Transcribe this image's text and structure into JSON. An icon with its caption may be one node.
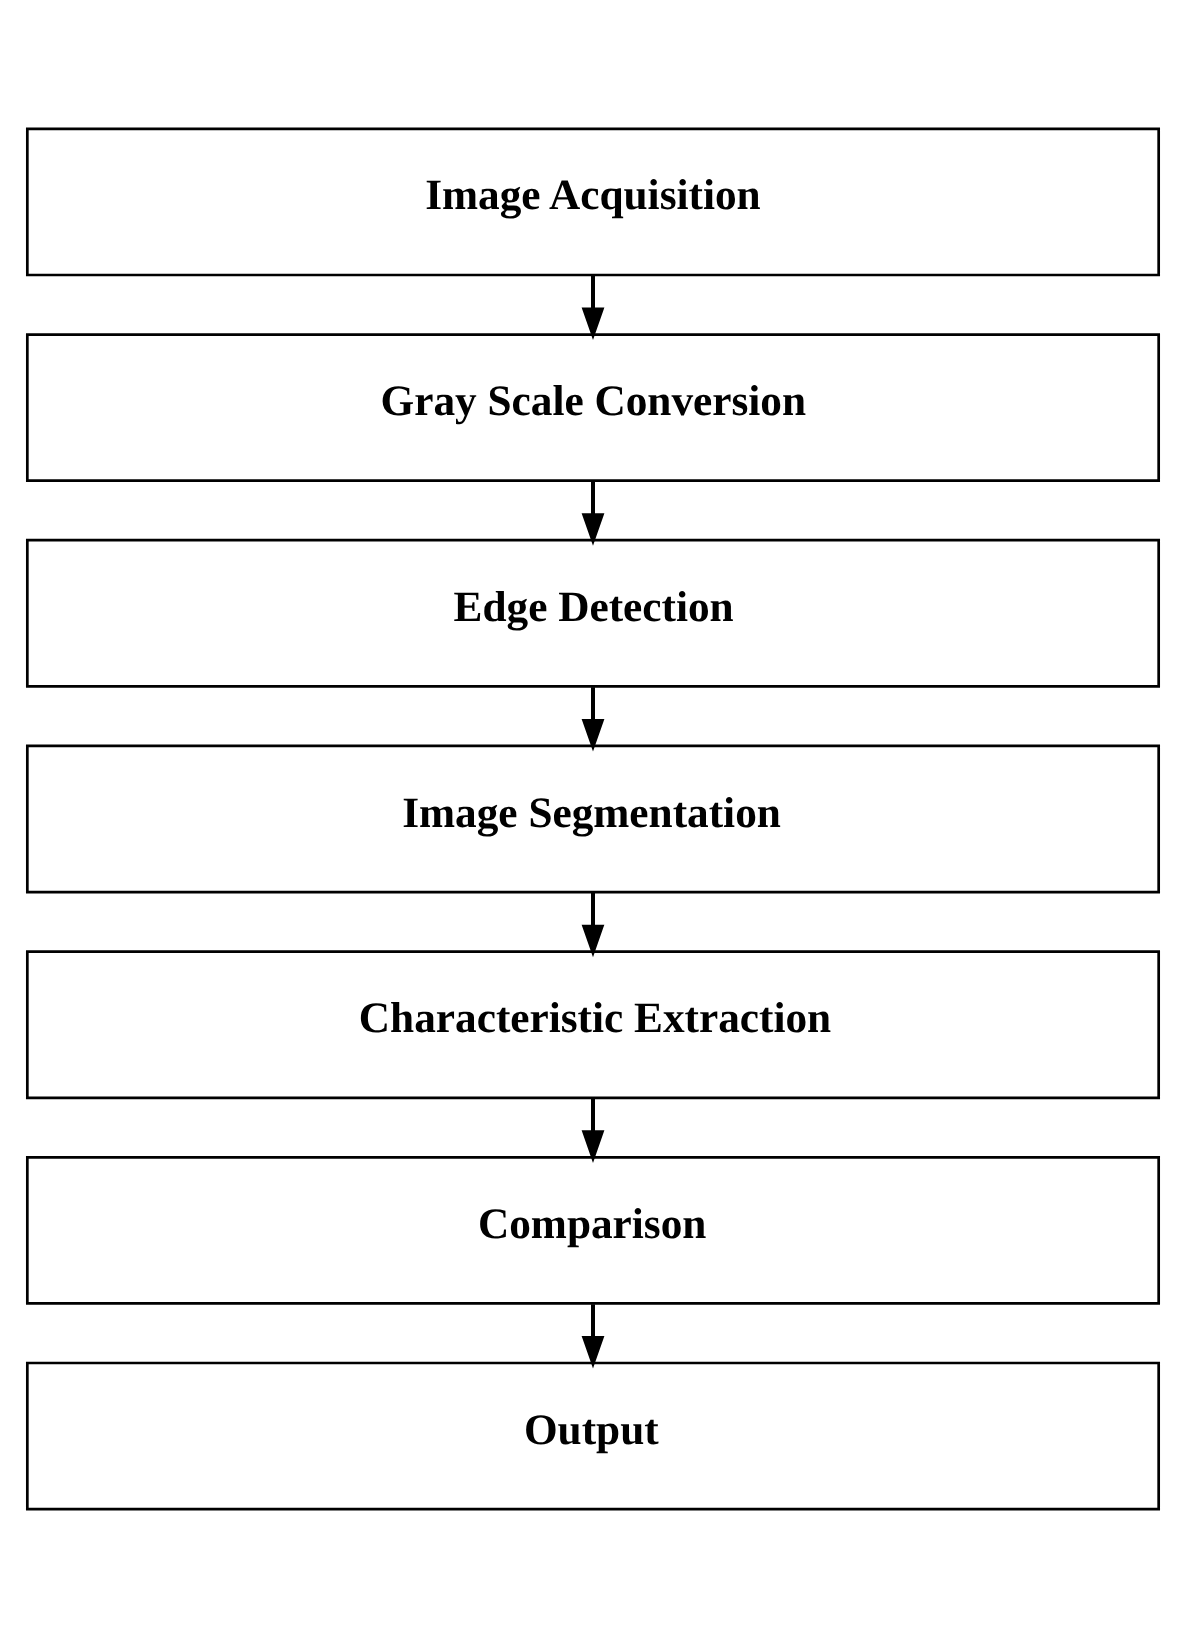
{
  "diagram": {
    "nodes": [
      {
        "text": [
          "Image Acquisition"
        ]
      },
      {
        "text": [
          "Gray Scale Conversion"
        ]
      },
      {
        "text": [
          "Edge Detection"
        ]
      },
      {
        "text": [
          "Image Segmentation"
        ]
      },
      {
        "text": [
          "Characteristic Extraction"
        ]
      },
      {
        "text": [
          "Comparison"
        ]
      },
      {
        "text": [
          "Output"
        ]
      }
    ],
    "edges": [
      {
        "from": 0,
        "to": 1,
        "arrow": "to"
      },
      {
        "from": 1,
        "to": 2,
        "arrow": "to"
      },
      {
        "from": 2,
        "to": 3,
        "arrow": "to"
      },
      {
        "from": 3,
        "to": 4,
        "arrow": "to"
      },
      {
        "from": 4,
        "to": 5,
        "arrow": "to"
      },
      {
        "from": 5,
        "to": 6,
        "arrow": "to"
      }
    ]
  }
}
